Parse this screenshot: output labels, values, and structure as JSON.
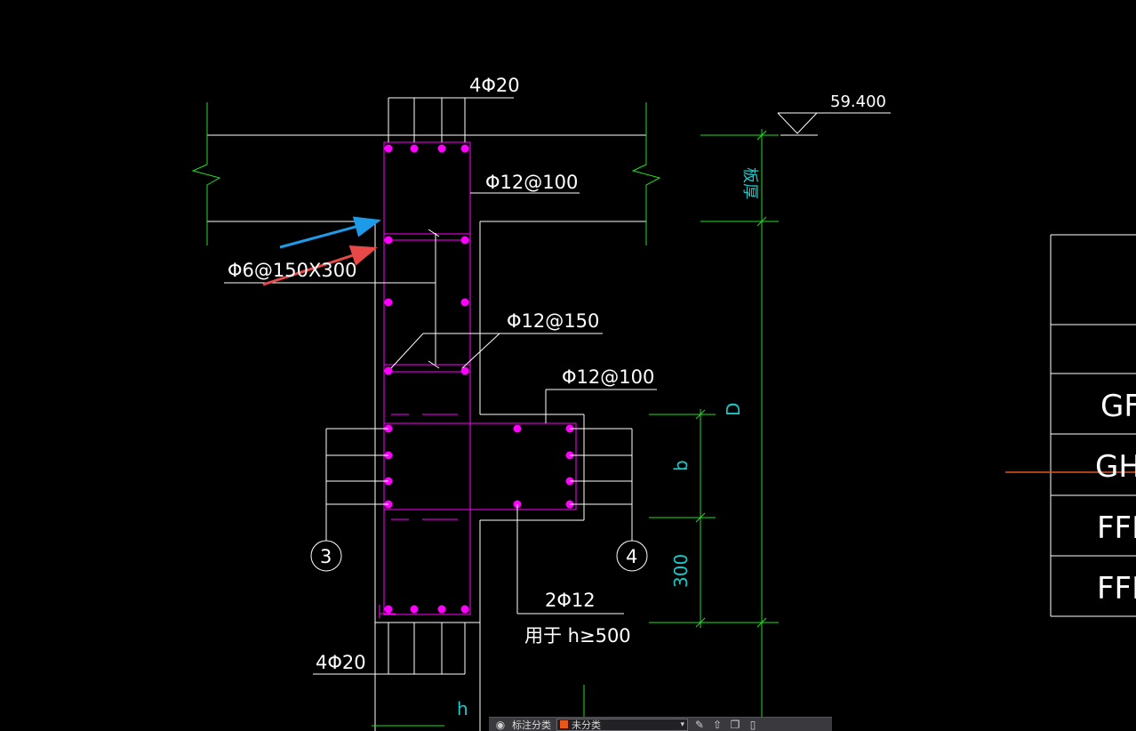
{
  "drawing": {
    "labels": {
      "top_bars": "4Φ20",
      "elevation": "59.400",
      "stirrup_main": "Φ12@100",
      "slab_thickness": "板厚",
      "tie_bars": "Φ6@150X300",
      "stirrup_inner": "Φ12@150",
      "stirrup_wall": "Φ12@100",
      "dim_D": "D",
      "dim_b": "b",
      "dim_300": "300",
      "axis_left": "3",
      "axis_right": "4",
      "extra_bars": "2Φ12",
      "extra_note": "用于 h≥500",
      "bottom_bars": "4Φ20",
      "dim_h": "h"
    },
    "table_rows": [
      "GFN",
      "GHF",
      "FFH",
      "FFH"
    ],
    "colors": {
      "background": "#000000",
      "rebar": "#ff00ff",
      "dimension": "#19c8c8",
      "grid": "#22dd22",
      "outline": "#ffffff",
      "arrow_blue": "#1e9be8",
      "arrow_red": "#e84848",
      "crosshair": "#e8561c"
    }
  },
  "toolbar": {
    "layer_icon": "layers-icon",
    "label": "标注分类",
    "layer_value": "未分类",
    "tools": [
      "edit-icon",
      "upload-icon",
      "copy-icon",
      "delete-icon"
    ]
  }
}
